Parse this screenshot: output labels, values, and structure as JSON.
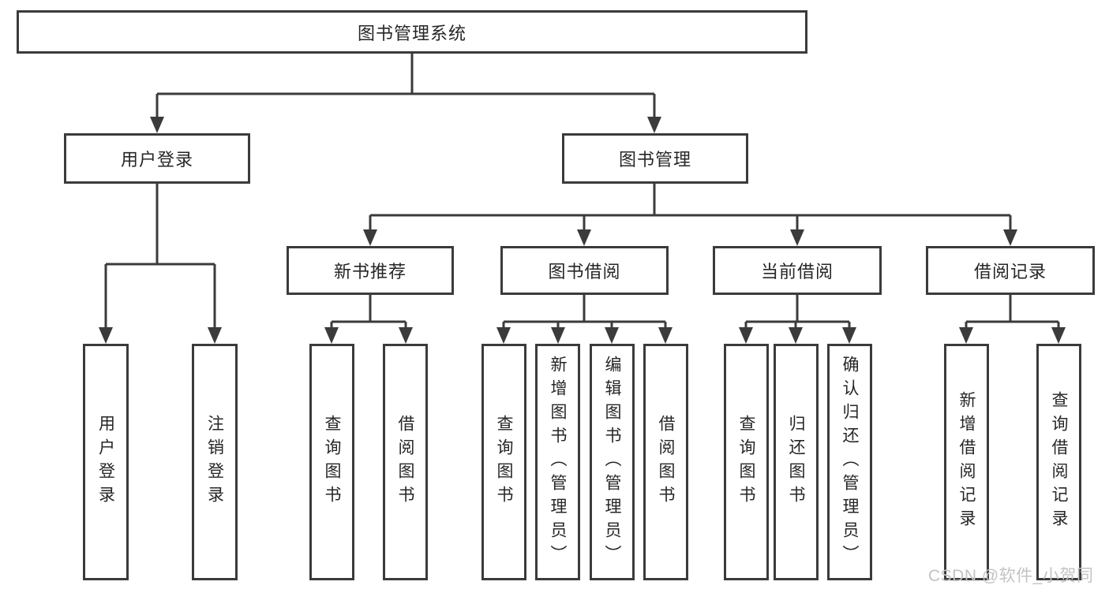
{
  "diagram": {
    "type": "hierarchy-tree",
    "colors": {
      "line": "#3b3b3b",
      "box_border": "#3b3b3b",
      "box_fill": "#ffffff",
      "text": "#262626",
      "watermark": "#c3c3c3"
    }
  },
  "watermark": {
    "text": "CSDN @软件_小贺同学"
  },
  "tree": {
    "label": "图书管理系统",
    "children": [
      {
        "label": "用户登录",
        "children": [
          {
            "label": "用户登录"
          },
          {
            "label": "注销登录"
          }
        ]
      },
      {
        "label": "图书管理",
        "children": [
          {
            "label": "新书推荐",
            "children": [
              {
                "label": "查询图书"
              },
              {
                "label": "借阅图书"
              }
            ]
          },
          {
            "label": "图书借阅",
            "children": [
              {
                "label": "查询图书"
              },
              {
                "label": "新增图书（管理员）"
              },
              {
                "label": "编辑图书（管理员）"
              },
              {
                "label": "借阅图书"
              }
            ]
          },
          {
            "label": "当前借阅",
            "children": [
              {
                "label": "查询图书"
              },
              {
                "label": "归还图书"
              },
              {
                "label": "确认归还（管理员）"
              }
            ]
          },
          {
            "label": "借阅记录",
            "children": [
              {
                "label": "新增借阅记录"
              },
              {
                "label": "查询借阅记录"
              }
            ]
          }
        ]
      }
    ]
  }
}
